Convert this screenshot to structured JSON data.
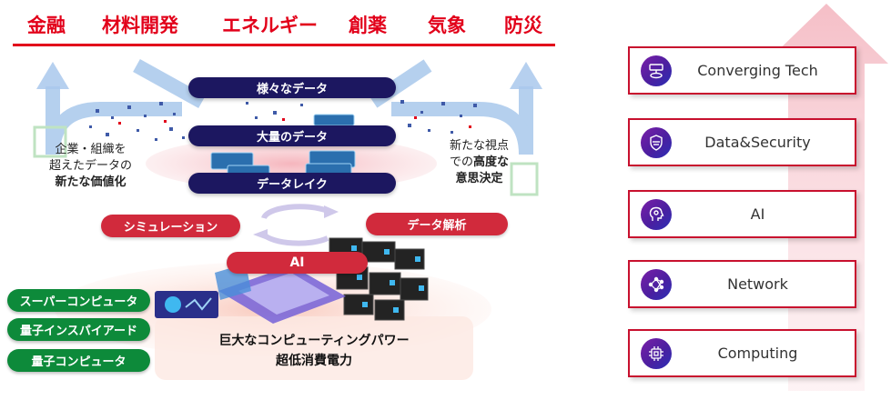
{
  "industries": [
    "金融",
    "材料開発",
    "エネルギー",
    "創薬",
    "気象",
    "防災"
  ],
  "data_layers": [
    "様々なデータ",
    "大量のデータ",
    "データレイク"
  ],
  "left_note": {
    "line1": "企業・組織を",
    "line2": "超えたデータの",
    "line3": "新たな価値化"
  },
  "right_note": {
    "line1": "新たな視点",
    "line2_prefix": "での",
    "line2_bold": "高度な",
    "line3": "意思決定"
  },
  "process_labels": {
    "simulation": "シミュレーション",
    "analysis": "データ解析",
    "ai": "AI"
  },
  "computing_types": [
    "スーパーコンピュータ",
    "量子インスパイアード",
    "量子コンピュータ"
  ],
  "power_note": {
    "line1": "巨大なコンピューティングパワー",
    "line2": "超低消費電力"
  },
  "technologies": [
    {
      "label": "Converging Tech",
      "icon": "converging-tech-icon"
    },
    {
      "label": "Data&Security",
      "icon": "data-security-icon"
    },
    {
      "label": "AI",
      "icon": "ai-head-icon"
    },
    {
      "label": "Network",
      "icon": "network-icon"
    },
    {
      "label": "Computing",
      "icon": "chip-icon"
    }
  ],
  "colors": {
    "brand_red": "#e2001a",
    "navy": "#1c1760",
    "green": "#0d8a3a",
    "accent_pink": "#f3c7cc"
  }
}
